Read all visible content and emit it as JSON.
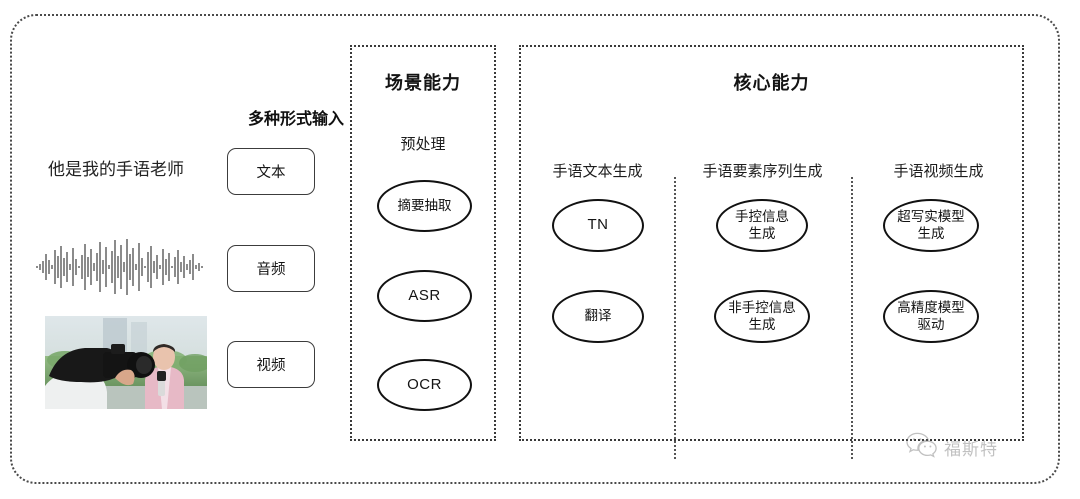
{
  "diagram": {
    "title_hidden": "",
    "outer_frame": {
      "style": "dotted-rounded-rectangle"
    },
    "left_panel": {
      "caption": "多种形式输入",
      "sample_text": "他是我的手语老师",
      "waveform_label": "audio-waveform",
      "thumbnail_label": "video-thumbnail",
      "modalities": [
        {
          "label": "文本",
          "name": "text"
        },
        {
          "label": "音频",
          "name": "audio"
        },
        {
          "label": "视频",
          "name": "video"
        }
      ]
    },
    "scene_panel": {
      "title": "场景能力",
      "column": {
        "heading": "预处理",
        "nodes": [
          {
            "label": "摘要抽取",
            "script": "cjk"
          },
          {
            "label": "ASR",
            "script": "latin"
          },
          {
            "label": "OCR",
            "script": "latin"
          }
        ]
      }
    },
    "core_panel": {
      "title": "核心能力",
      "columns": [
        {
          "heading": "手语文本生成",
          "nodes": [
            {
              "label": "TN",
              "script": "latin"
            },
            {
              "label": "翻译",
              "script": "cjk"
            }
          ]
        },
        {
          "heading": "手语要素序列生成",
          "nodes": [
            {
              "label": "手控信息\n生成",
              "line1": "手控信息",
              "line2": "生成",
              "script": "cjk"
            },
            {
              "label": "非手控信息\n生成",
              "line1": "非手控信息",
              "line2": "生成",
              "script": "cjk"
            }
          ]
        },
        {
          "heading": "手语视频生成",
          "nodes": [
            {
              "label": "超写实模型\n生成",
              "line1": "超写实模型",
              "line2": "生成",
              "script": "cjk"
            },
            {
              "label": "高精度模型\n驱动",
              "line1": "高精度模型",
              "line2": "驱动",
              "script": "cjk"
            }
          ]
        }
      ]
    },
    "watermark": {
      "icon": "wechat-icon",
      "text": "福斯特"
    },
    "colors": {
      "stroke": "#111111",
      "dotted_border": "#3a3a3a",
      "text": "#141414",
      "watermark": "#6d6d6d",
      "background": "#ffffff"
    }
  }
}
